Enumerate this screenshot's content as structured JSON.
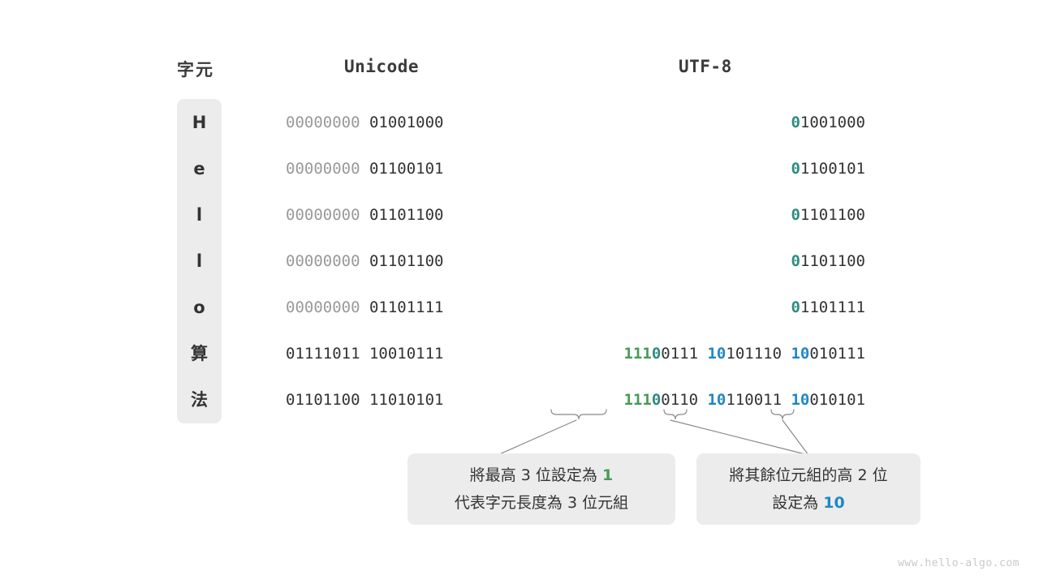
{
  "headers": {
    "character": "字元",
    "unicode": "Unicode",
    "utf8": "UTF-8"
  },
  "colors": {
    "accent_green": "#479a57",
    "accent_blue": "#1f87c8",
    "accent_teal": "#2e8b80",
    "panel_bg": "#ececec",
    "text": "#333333",
    "dim_text": "#999999"
  },
  "rows": [
    {
      "char": "H",
      "unicode_high": "00000000",
      "unicode_low": "01001000",
      "unicode_high_dim": true,
      "utf8_bytes": [
        {
          "prefix": "0",
          "prefix_color": "teal",
          "rest": "1001000"
        }
      ]
    },
    {
      "char": "e",
      "unicode_high": "00000000",
      "unicode_low": "01100101",
      "unicode_high_dim": true,
      "utf8_bytes": [
        {
          "prefix": "0",
          "prefix_color": "teal",
          "rest": "1100101"
        }
      ]
    },
    {
      "char": "l",
      "unicode_high": "00000000",
      "unicode_low": "01101100",
      "unicode_high_dim": true,
      "utf8_bytes": [
        {
          "prefix": "0",
          "prefix_color": "teal",
          "rest": "1101100"
        }
      ]
    },
    {
      "char": "l",
      "unicode_high": "00000000",
      "unicode_low": "01101100",
      "unicode_high_dim": true,
      "utf8_bytes": [
        {
          "prefix": "0",
          "prefix_color": "teal",
          "rest": "1101100"
        }
      ]
    },
    {
      "char": "o",
      "unicode_high": "00000000",
      "unicode_low": "01101111",
      "unicode_high_dim": true,
      "utf8_bytes": [
        {
          "prefix": "0",
          "prefix_color": "teal",
          "rest": "1101111"
        }
      ]
    },
    {
      "char": "算",
      "unicode_high": "01111011",
      "unicode_low": "10010111",
      "unicode_high_dim": false,
      "utf8_bytes": [
        {
          "prefix": "111",
          "prefix_color": "green",
          "prefix2": "0",
          "prefix2_color": "teal",
          "rest": "0111"
        },
        {
          "prefix": "10",
          "prefix_color": "blue",
          "rest": "101110"
        },
        {
          "prefix": "10",
          "prefix_color": "blue",
          "rest": "010111"
        }
      ]
    },
    {
      "char": "法",
      "unicode_high": "01101100",
      "unicode_low": "11010101",
      "unicode_high_dim": false,
      "utf8_bytes": [
        {
          "prefix": "111",
          "prefix_color": "green",
          "prefix2": "0",
          "prefix2_color": "teal",
          "rest": "0110"
        },
        {
          "prefix": "10",
          "prefix_color": "blue",
          "rest": "110011"
        },
        {
          "prefix": "10",
          "prefix_color": "blue",
          "rest": "010101"
        }
      ]
    }
  ],
  "callouts": {
    "left": {
      "line1_pre": "將最高 3 位設定為 ",
      "line1_accent": "1",
      "line1_accent_color": "green",
      "line2": "代表字元長度為 3 位元組"
    },
    "right": {
      "line1": "將其餘位元組的高 2 位",
      "line2_pre": "設定為 ",
      "line2_accent": "10",
      "line2_accent_color": "blue"
    }
  },
  "watermark": "www.hello-algo.com"
}
